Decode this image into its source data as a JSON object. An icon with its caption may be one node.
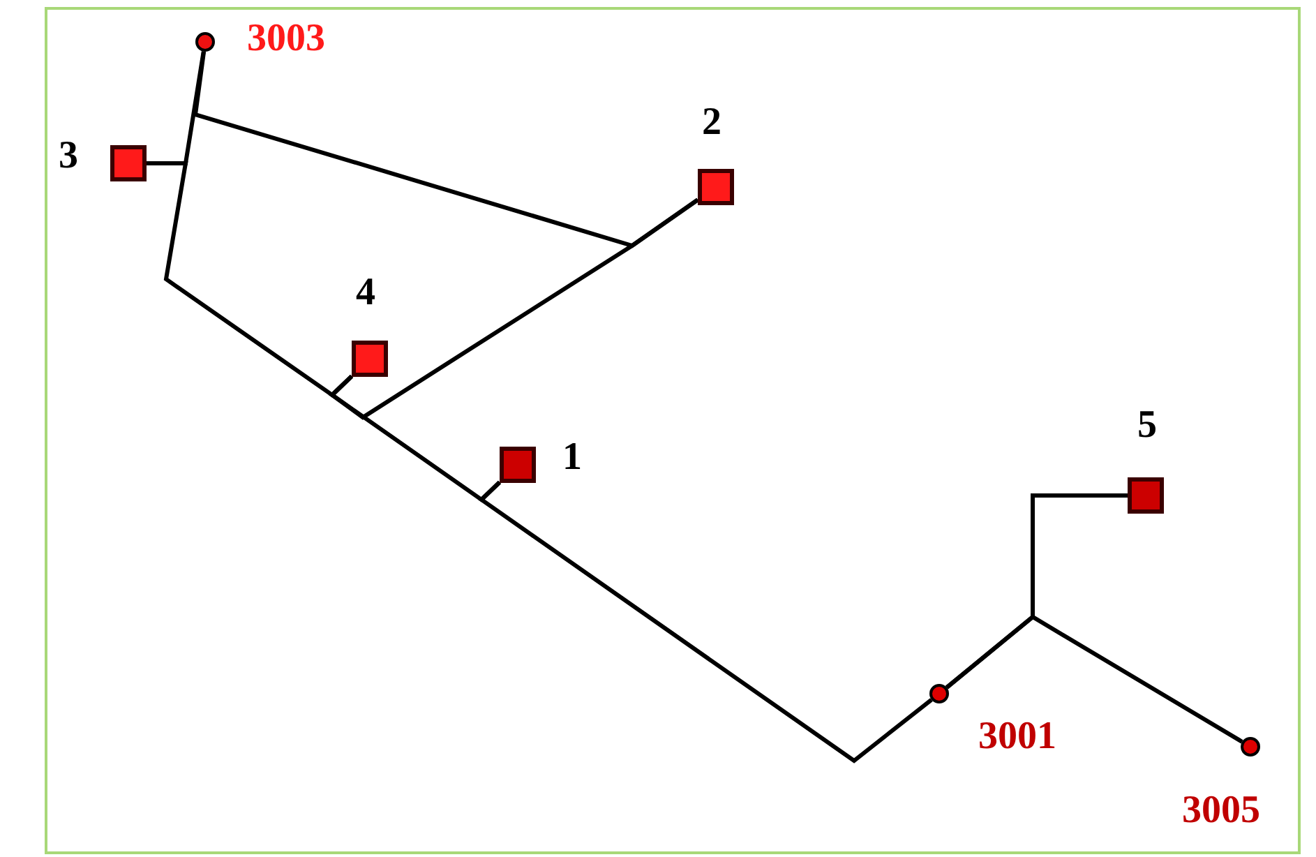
{
  "diagram": {
    "nodes": [
      {
        "text": [],
        "shape": "circle",
        "beside": [
          "3003"
        ]
      },
      {
        "text": [],
        "shape": "box",
        "beside": [
          "3"
        ]
      },
      {
        "text": [],
        "shape": "box",
        "beside": [
          "2"
        ]
      },
      {
        "text": [],
        "shape": "box",
        "beside": [
          "4"
        ]
      },
      {
        "text": [],
        "shape": "box",
        "beside": [
          "1"
        ]
      },
      {
        "text": [],
        "shape": "box",
        "beside": [
          "5"
        ]
      },
      {
        "text": [],
        "shape": "circle",
        "beside": [
          "3001"
        ]
      },
      {
        "text": [],
        "shape": "circle",
        "beside": [
          "3005"
        ]
      }
    ],
    "edges": [
      {
        "from": 0,
        "to": 1,
        "arrow": "none"
      },
      {
        "from": 0,
        "to": 2,
        "arrow": "none"
      },
      {
        "from": 1,
        "to": 3,
        "arrow": "none"
      },
      {
        "from": 3,
        "to": 2,
        "arrow": "none"
      },
      {
        "from": 3,
        "to": 4,
        "arrow": "none"
      },
      {
        "from": 4,
        "to": 6,
        "arrow": "none"
      },
      {
        "from": 6,
        "to": 5,
        "arrow": "none"
      },
      {
        "from": 6,
        "to": 7,
        "arrow": "none"
      }
    ]
  }
}
